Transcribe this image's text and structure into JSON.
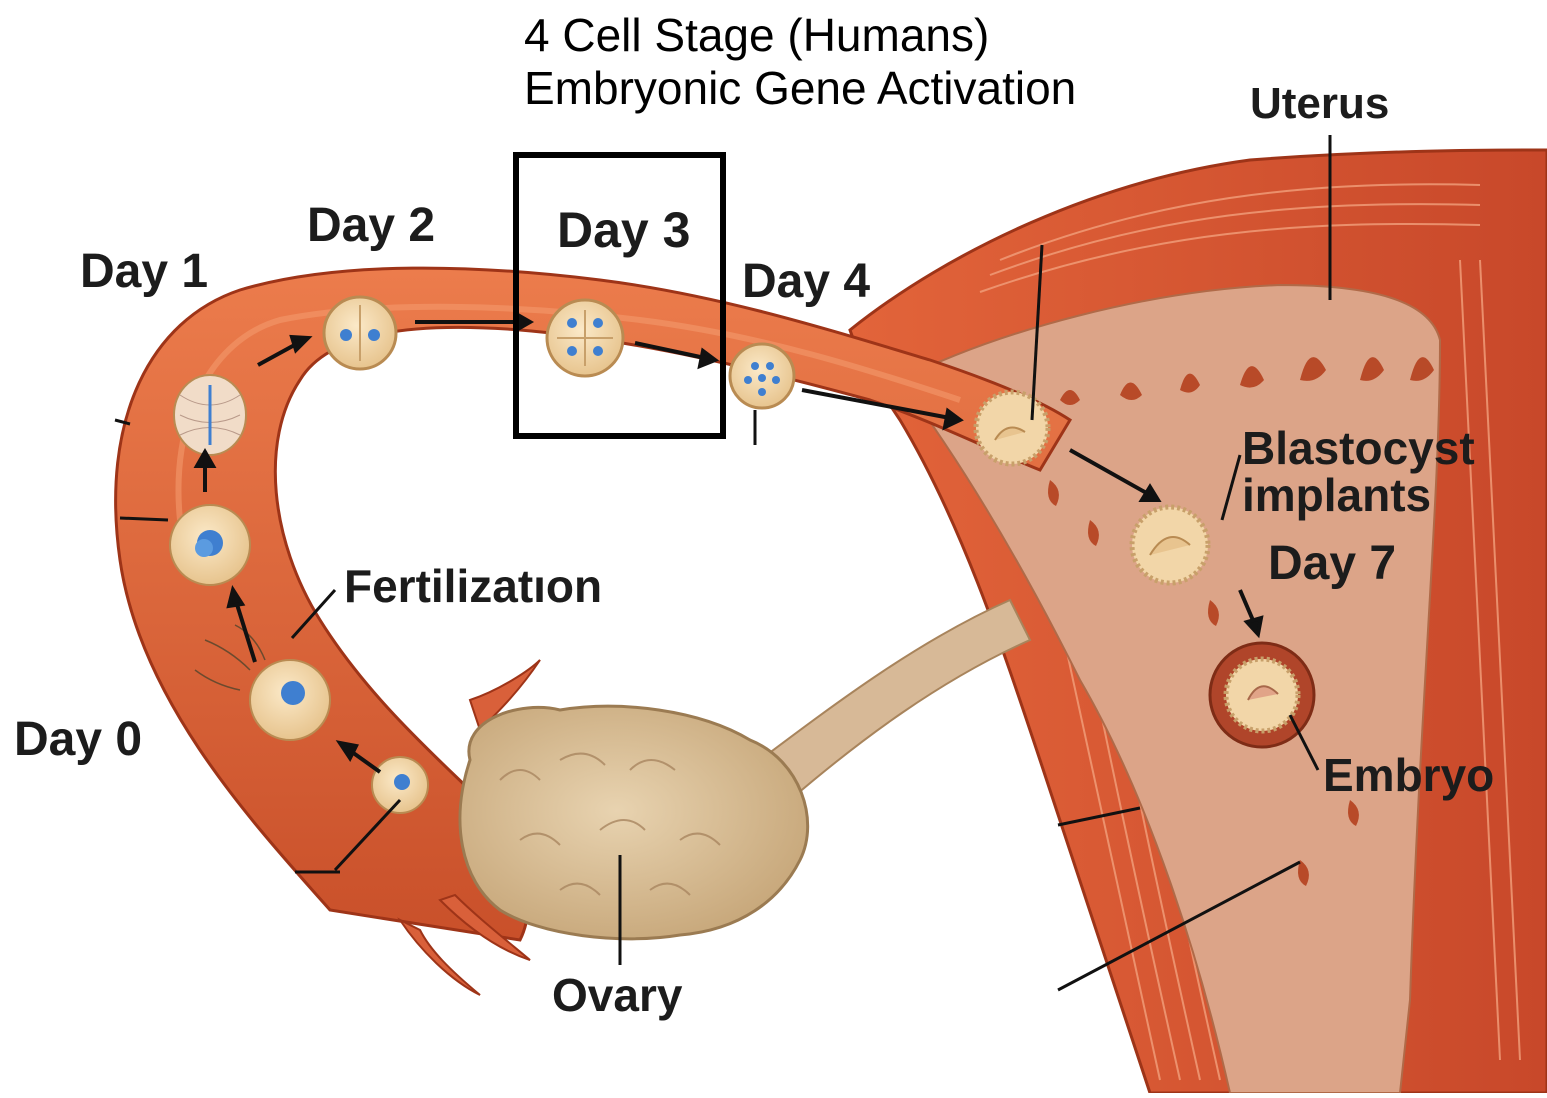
{
  "caption": {
    "line1": "4 Cell Stage (Humans)",
    "line2": "Embryonic Gene Activation"
  },
  "labels": {
    "day0": "Day 0",
    "day1": "Day 1",
    "day2": "Day 2",
    "day3": "Day 3",
    "day4": "Day 4",
    "day7": "Day 7",
    "uterus": "Uterus",
    "blastocyst_line1": "Blastocyst",
    "blastocyst_line2": "implants",
    "fertilization": "Fertilizatıon",
    "ovary": "Ovary",
    "embryo": "Embryo"
  },
  "colors": {
    "tube": "#e06a3c",
    "tube_dark": "#b8401f",
    "tube_inner": "#c85a30",
    "muscle": "#d9532b",
    "endometrium": "#d99a7c",
    "ovary": "#d9bf98",
    "egg": "#f2d6a8",
    "nucleus": "#3f7fd0",
    "highlight_box": "#000000",
    "label_text": "#1c1c1c"
  }
}
